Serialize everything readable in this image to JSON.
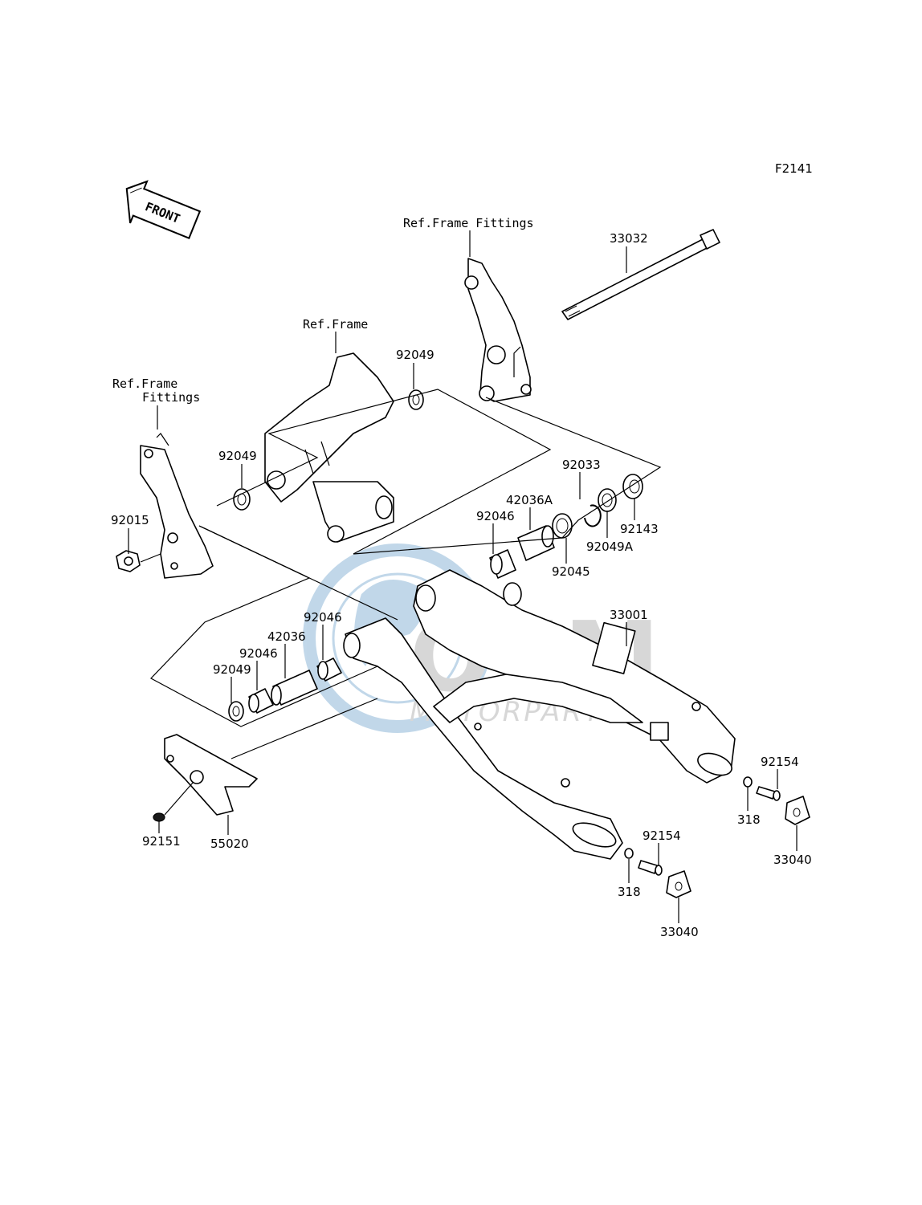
{
  "figure_code": "F2141",
  "front_arrow_text": "FRONT",
  "watermark": {
    "brand": "OEM",
    "sub": "MOTORPARTS",
    "color": "#8fb8d8"
  },
  "ref_labels": {
    "frame_fittings_top": "Ref.Frame Fittings",
    "frame": "Ref.Frame",
    "frame_fittings_left_1": "Ref.Frame",
    "frame_fittings_left_2": "Fittings"
  },
  "parts": {
    "p33032": "33032",
    "p92049_top": "92049",
    "p92049_left": "92049",
    "p92015": "92015",
    "p92033": "92033",
    "p42036A": "42036A",
    "p92046_right": "92046",
    "p92143": "92143",
    "p92049A": "92049A",
    "p92045": "92045",
    "p33001": "33001",
    "p92046_mid": "92046",
    "p42036": "42036",
    "p92046_left": "92046",
    "p92049_bottom": "92049",
    "p92154_right": "92154",
    "p318_right": "318",
    "p33040_right": "33040",
    "p92151": "92151",
    "p55020": "55020",
    "p92154_bottom": "92154",
    "p318_bottom": "318",
    "p33040_bottom": "33040"
  }
}
